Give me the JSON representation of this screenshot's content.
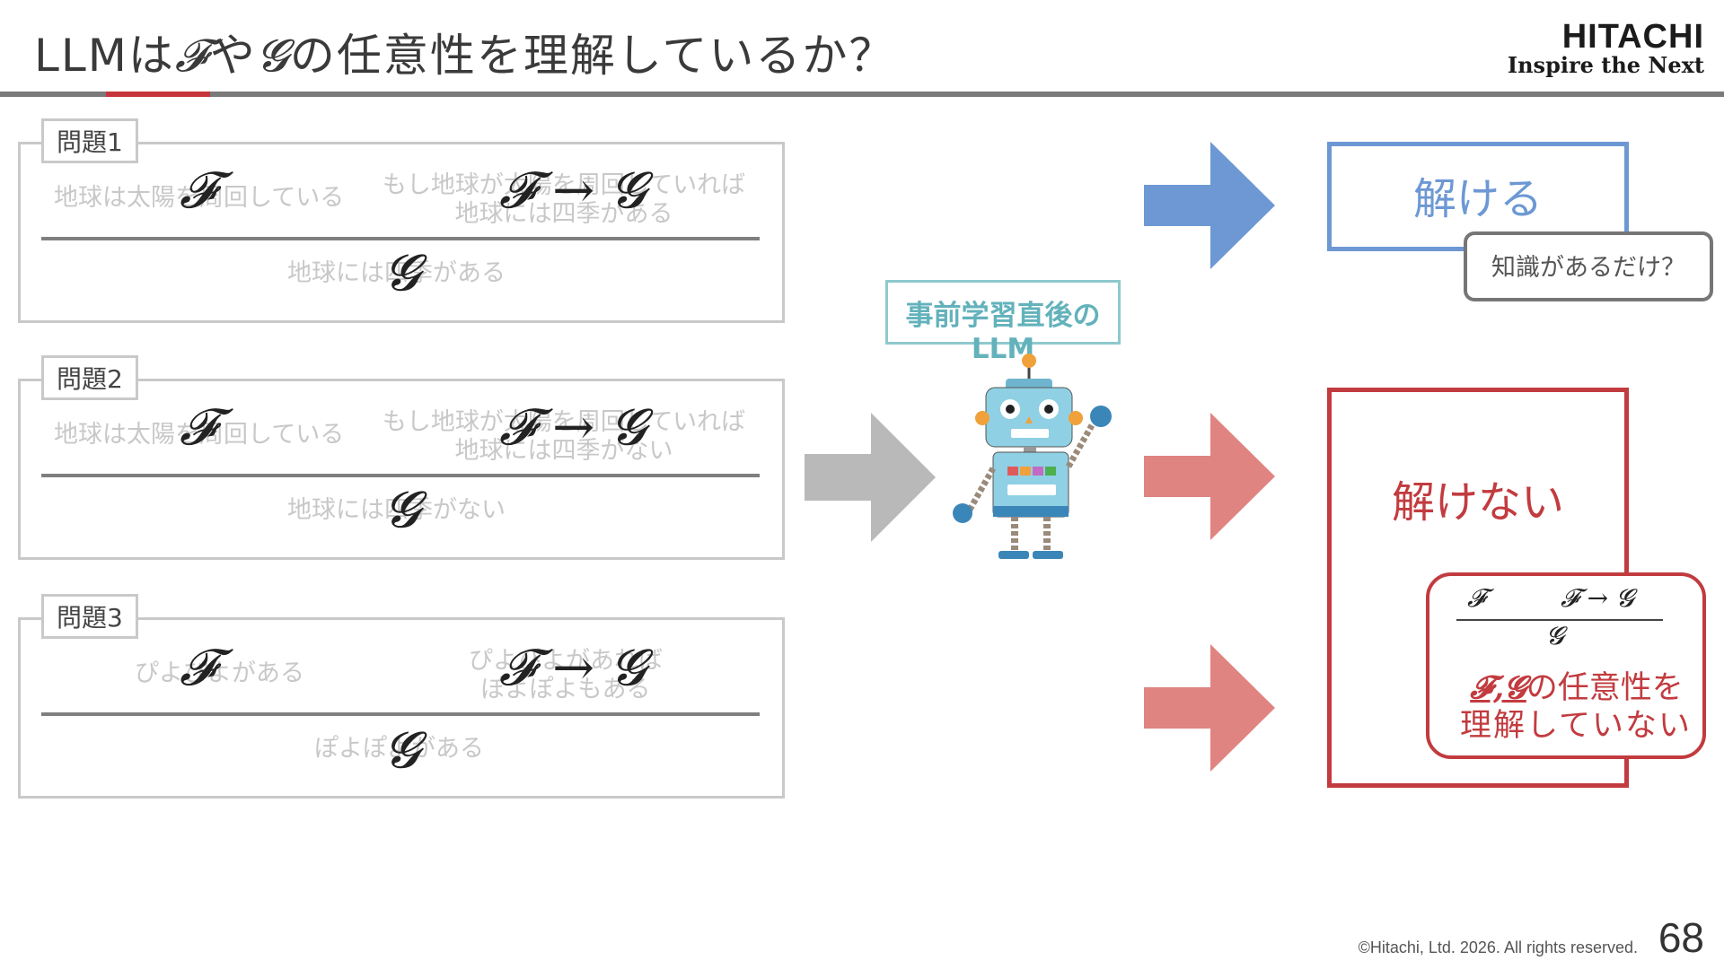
{
  "title": {
    "pre": "LLMは",
    "f": "𝓕",
    "ya": "や",
    "g": "𝓖",
    "post": "の任意性を理解しているか？"
  },
  "logo": {
    "main": "HITACHI",
    "sub": "Inspire the Next"
  },
  "problems": [
    {
      "tag": "問題1",
      "premise1": "地球は太陽を周回している",
      "premise2_line1": "もし地球が太陽を周回していれば",
      "premise2_line2": "地球には四季がある",
      "conclusion": "地球には四季がある",
      "f": "𝓕",
      "impl": "𝓕 → 𝓖",
      "g": "𝓖"
    },
    {
      "tag": "問題2",
      "premise1": "地球は太陽を周回している",
      "premise2_line1": "もし地球が太陽を周回していれば",
      "premise2_line2": "地球には四季がない",
      "conclusion": "地球には四季がない",
      "f": "𝓕",
      "impl": "𝓕 → 𝓖",
      "g": "𝓖"
    },
    {
      "tag": "問題3",
      "premise1": "ぴよぴよがある",
      "premise2_line1": "ぴよぴよがあれば",
      "premise2_line2": "ぽよぽよもある",
      "conclusion": "ぽよぽよがある",
      "f": "𝓕",
      "impl": "𝓕 → 𝓖",
      "g": "𝓖"
    }
  ],
  "llm_label": "事前学習直後のLLM",
  "result_solvable": "解ける",
  "callout_knowledge": "知識があるだけ？",
  "result_unsolvable": "解けない",
  "red_callout": {
    "f": "𝓕",
    "impl": "𝓕 → 𝓖",
    "g": "𝓖",
    "fg": "𝓕,𝓖",
    "text1": "の任意性を",
    "text2": "理解していない"
  },
  "footer": "©Hitachi, Ltd. 2026. All rights reserved.",
  "page_number": "68",
  "colors": {
    "accent_red": "#c23b3f",
    "accent_blue": "#6d98d4",
    "arrow_red": "#e08482",
    "arrow_gray": "#b9b9b9",
    "llm_teal": "#63b2bb"
  }
}
